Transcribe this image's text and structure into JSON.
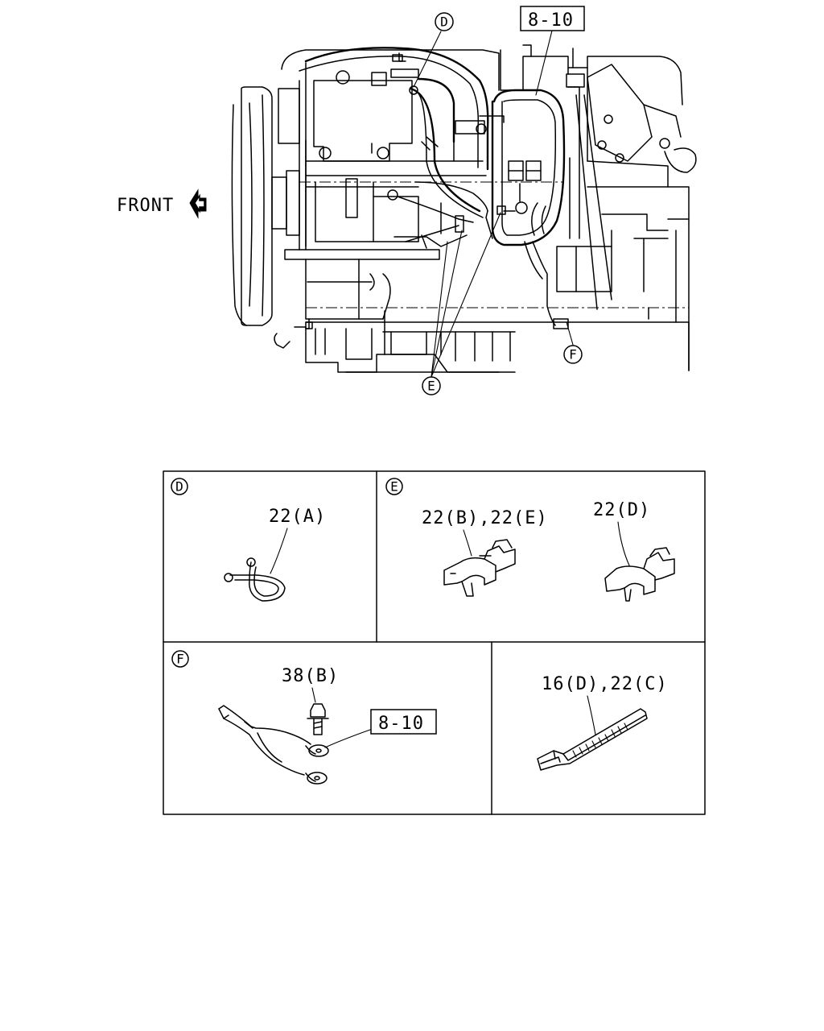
{
  "top_view": {
    "front_label": "FRONT",
    "ref_box": "8-10",
    "callouts": {
      "d": "D",
      "e": "E",
      "f": "F"
    }
  },
  "panels": {
    "d": {
      "id": "D",
      "part": "22(A)"
    },
    "e": {
      "id": "E",
      "part_left": "22(B),22(E)",
      "part_right": "22(D)"
    },
    "f": {
      "id": "F",
      "bolt": "38(B)",
      "ref_box": "8-10"
    },
    "tie": {
      "part": "16(D),22(C)"
    }
  }
}
